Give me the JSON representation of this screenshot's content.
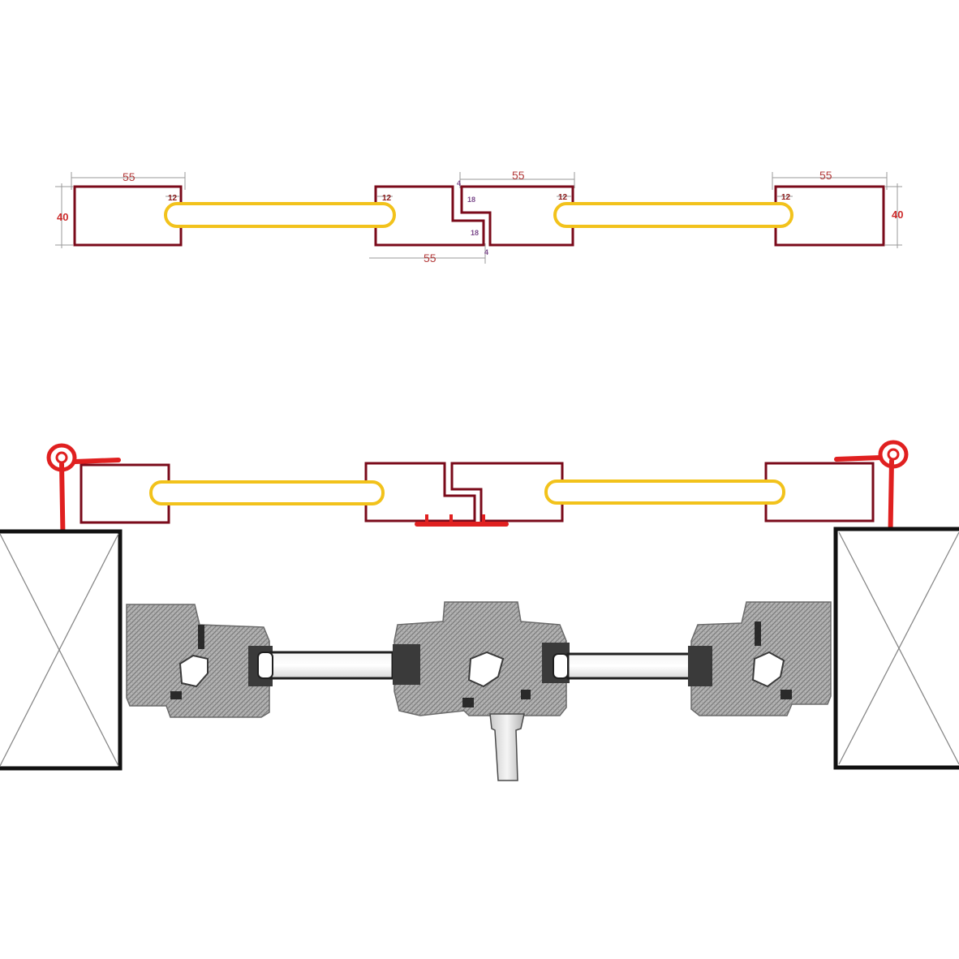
{
  "colors": {
    "frame": "#7a0a1a",
    "glass": "#f2c21b",
    "hardware": "#e02020",
    "dimension": "#9a9a9a",
    "dimension_text": "#b33a3a",
    "section_fill": "#a8a8a8",
    "section_dark": "#3a3a3a",
    "wall": "#111111"
  },
  "top_drawing": {
    "dim_width_left": "55",
    "dim_width_center_top": "55",
    "dim_width_center_bottom": "55",
    "dim_width_right": "55",
    "dim_height_left": "40",
    "dim_height_right": "40",
    "dim_rebate_1": "12",
    "dim_rebate_2": "12",
    "dim_rebate_3": "12",
    "dim_rebate_4": "12",
    "dim_step_upper": "18",
    "dim_step_lower": "18",
    "dim_gap_top": "4",
    "dim_gap_bottom": "4"
  },
  "icons": {
    "hinge_left": "hinge-pin-icon",
    "hinge_right": "hinge-pin-icon",
    "wall_left": "wall-section-icon",
    "wall_right": "wall-section-icon"
  }
}
